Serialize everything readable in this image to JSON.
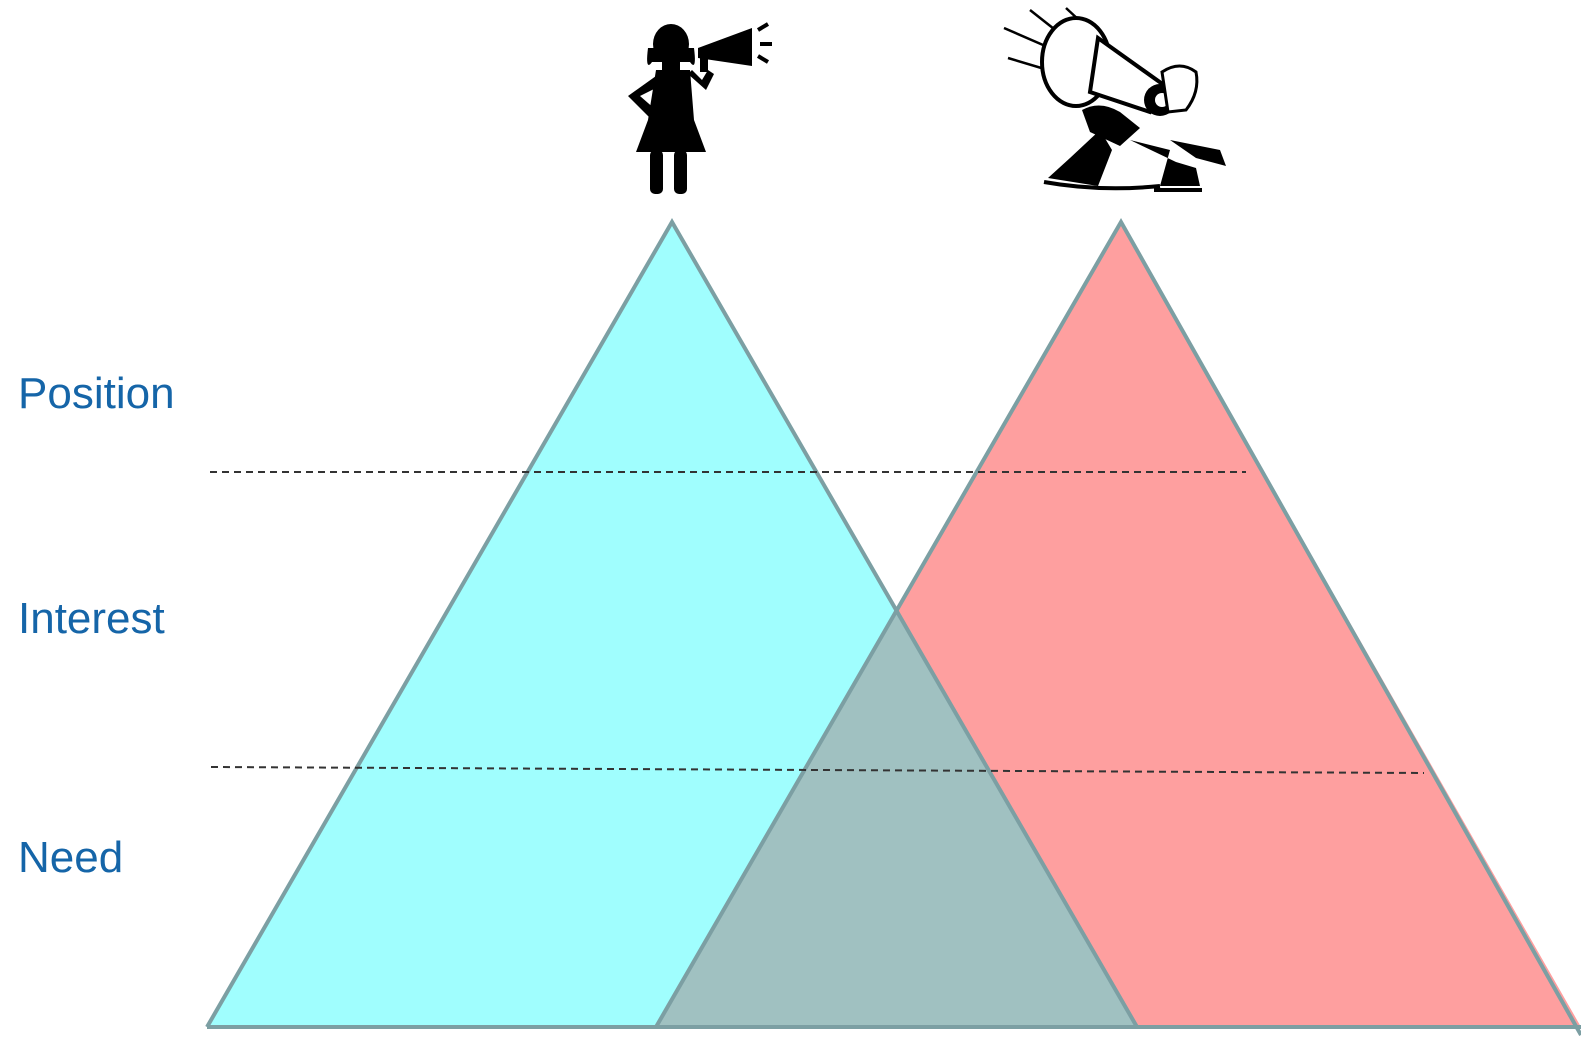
{
  "levels": {
    "position": "Position",
    "interest": "Interest",
    "need": "Need"
  },
  "colors": {
    "label_text": "#1565a8",
    "left_party_fill": "#a0fefe",
    "right_party_fill": "#fe9f9f",
    "overlap_fill": "#a0c1c1",
    "triangle_outline": "#7c9fa3",
    "icon": "#000000"
  },
  "icons": {
    "left_party": "woman-megaphone-icon",
    "right_party": "cartoon-man-megaphone-icon"
  }
}
